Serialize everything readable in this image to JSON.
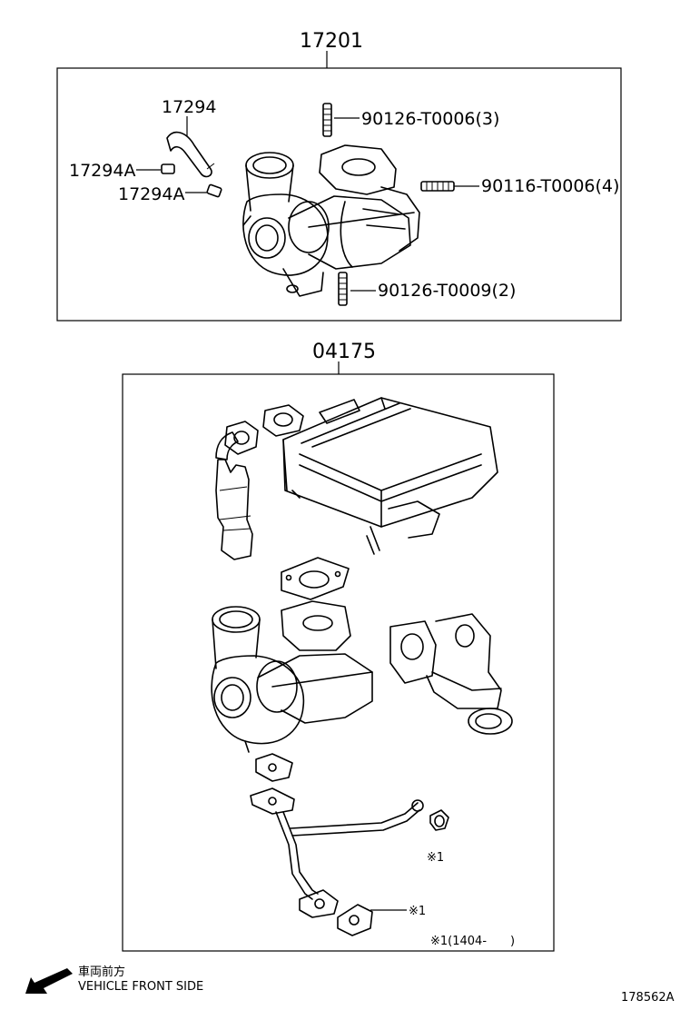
{
  "diagram": {
    "top_group": {
      "number": "17201",
      "callouts": [
        {
          "id": "17294",
          "label": "17294"
        },
        {
          "id": "17294A-1",
          "label": "17294A"
        },
        {
          "id": "17294A-2",
          "label": "17294A"
        },
        {
          "id": "90126-3",
          "label": "90126-T0006(3)"
        },
        {
          "id": "90116-4",
          "label": "90116-T0006(4)"
        },
        {
          "id": "90126-2",
          "label": "90126-T0009(2)"
        }
      ]
    },
    "bottom_group": {
      "number": "04175",
      "note_mark_a": "※1",
      "note_mark_b": "※1",
      "footnote": "※1(1404-　　)"
    },
    "front_side": {
      "label_jp": "車両前方",
      "label_en": "VEHICLE FRONT SIDE",
      "arrow_icon": "arrow-down-left-icon"
    },
    "figure_id": "178562A"
  }
}
